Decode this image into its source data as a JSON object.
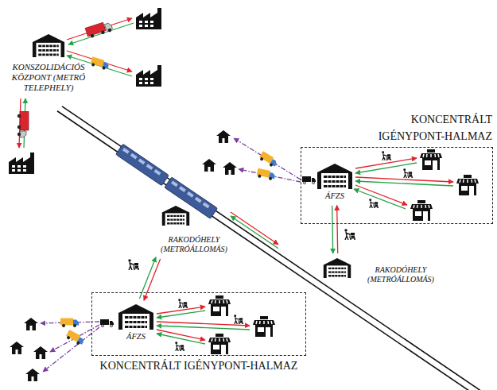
{
  "diagram": {
    "nodes": [
      {
        "text": [
          "KONSZOLIDÁCIÓS KÖZPONT (METRÓ TELEPHELY)"
        ]
      },
      {
        "text": [
          "KONCENTRÁLT IGÉNYPONT-HALMAZ"
        ]
      },
      {
        "text": [
          "ÁFZS"
        ],
        "in": 1
      },
      {
        "text": [
          "RAKODÓHELY (METRÓÁLLOMÁS)"
        ]
      },
      {
        "text": [
          "RAKODÓHELY (METRÓÁLLOMÁS)"
        ]
      },
      {
        "text": [
          "KONCENTRÁLT IGÉNYPONT-HALMAZ"
        ]
      },
      {
        "text": [
          "ÁFZS"
        ],
        "in": 5
      }
    ],
    "edges": [
      {
        "from": 3,
        "to": 6,
        "arrow": "to"
      },
      {
        "from": 6,
        "to": 3,
        "arrow": "to"
      },
      {
        "from": 4,
        "to": 2,
        "arrow": "to"
      },
      {
        "from": 2,
        "to": 4,
        "arrow": "to"
      }
    ]
  }
}
